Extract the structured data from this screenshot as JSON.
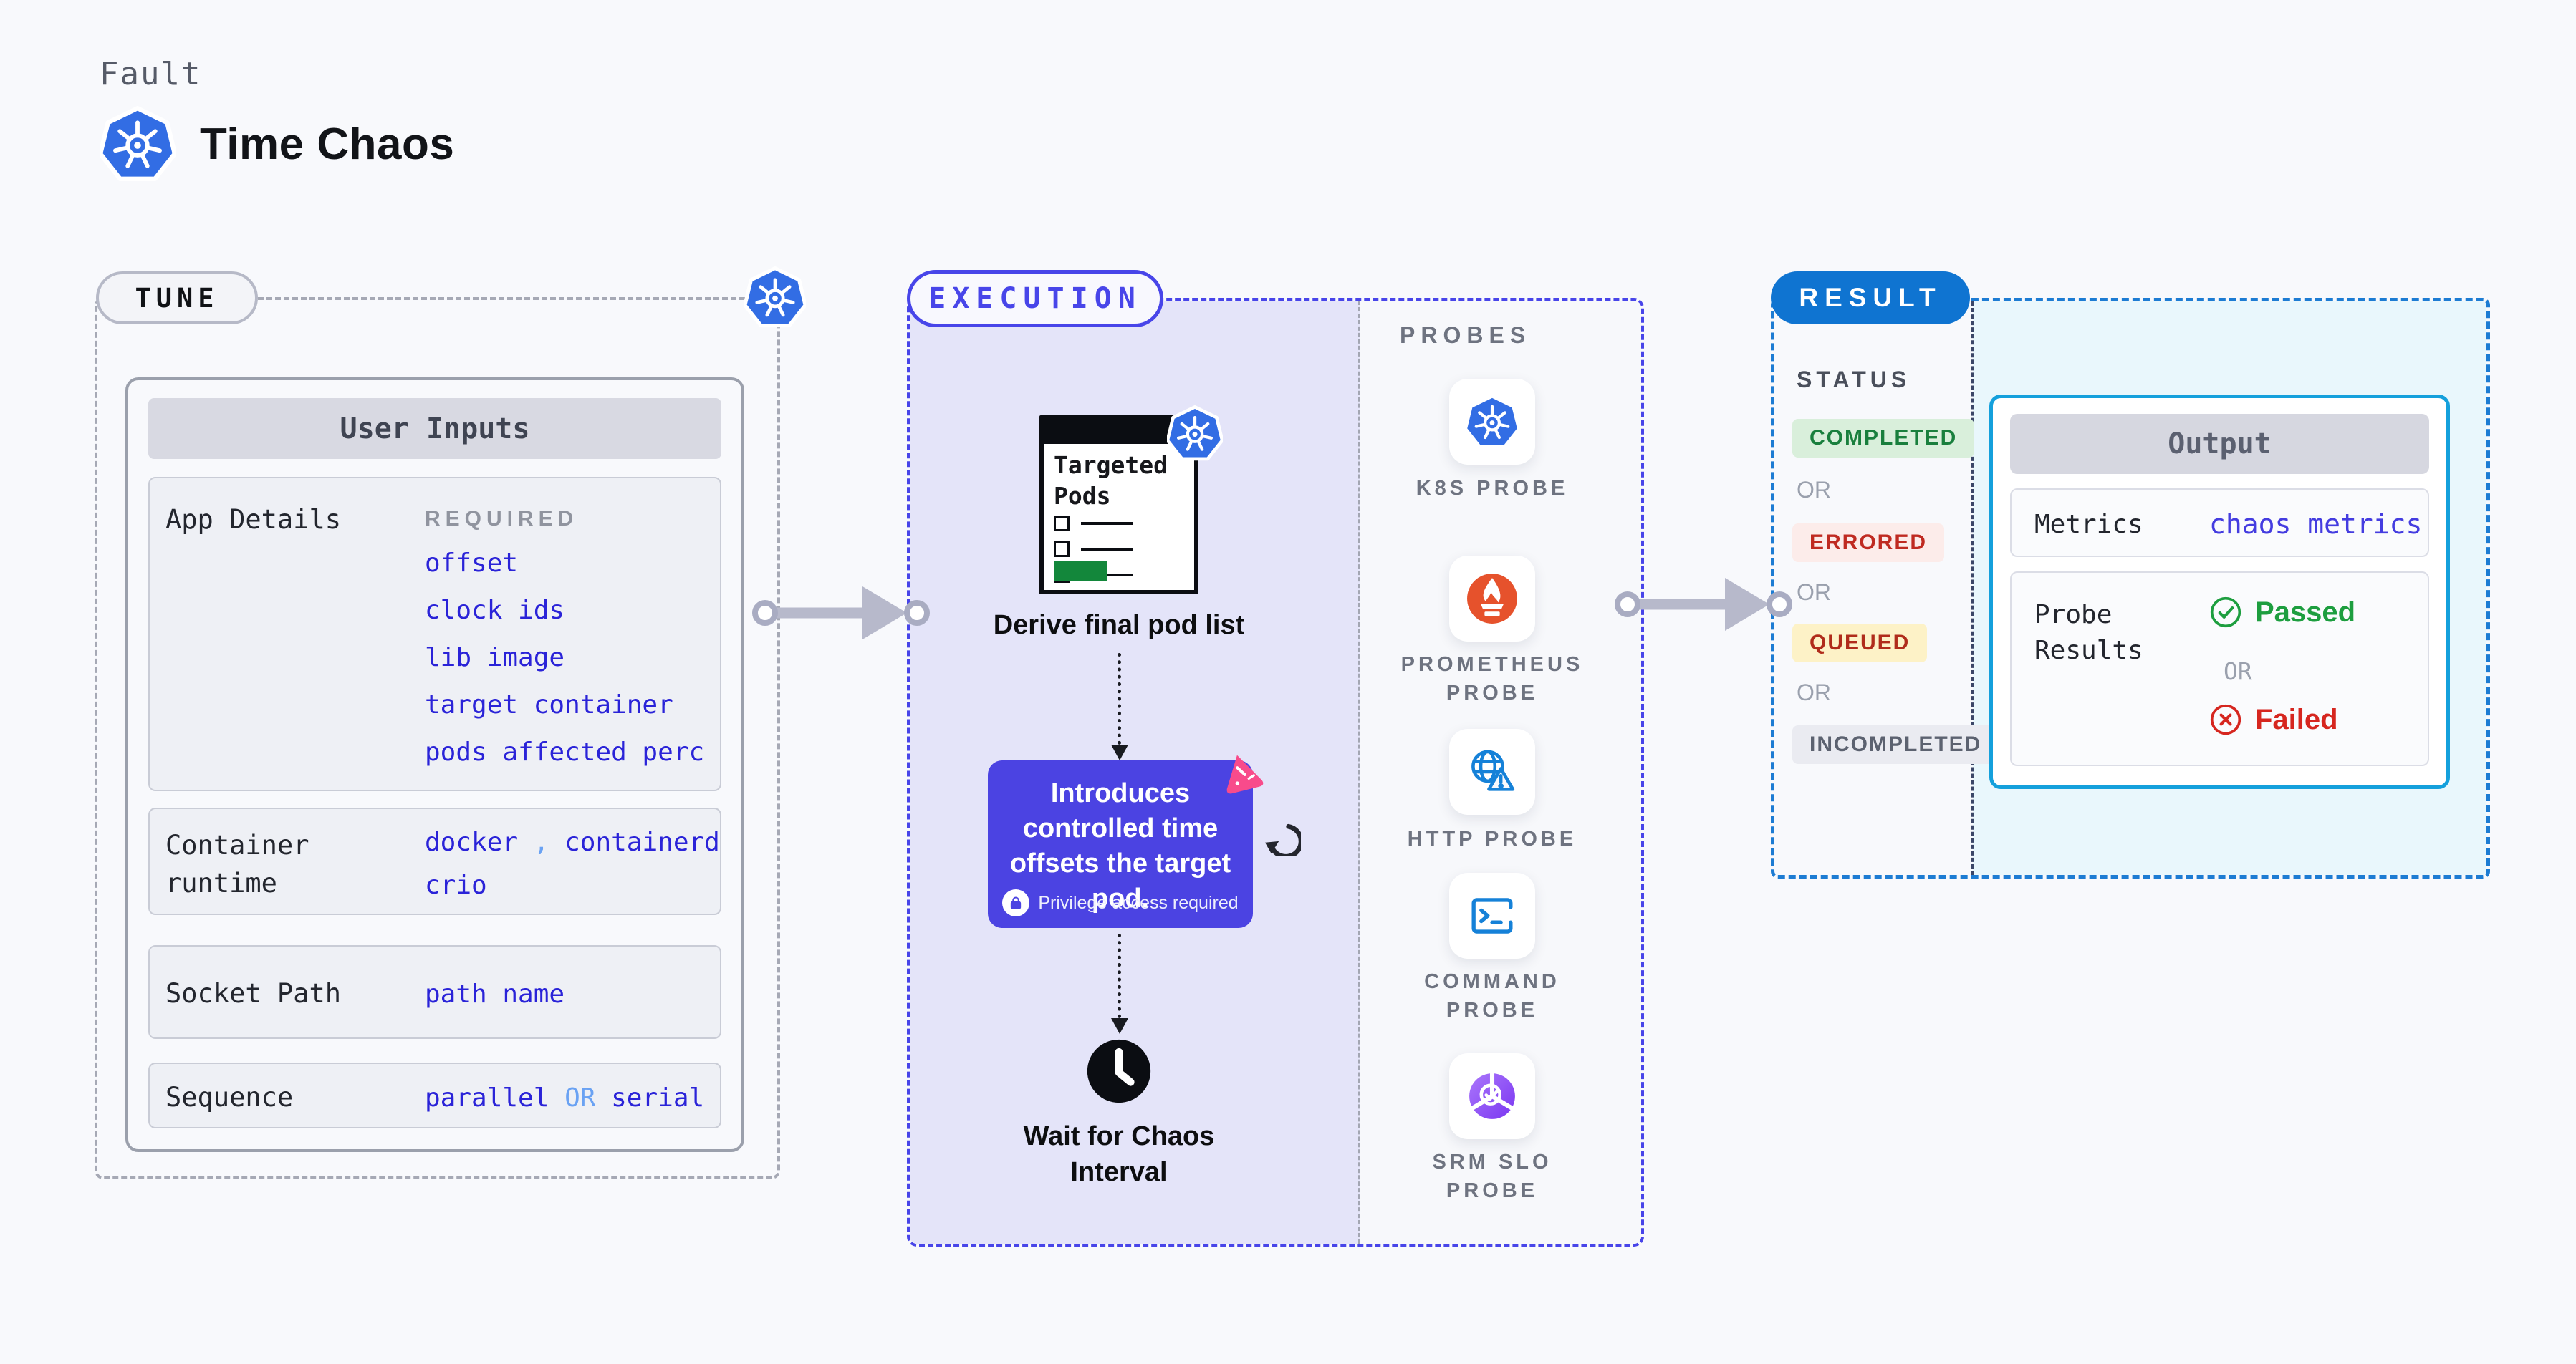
{
  "header": {
    "eyebrow": "Fault",
    "title": "Time Chaos"
  },
  "tune": {
    "badge": "TUNE",
    "panel": {
      "title": "User Inputs",
      "app_details": {
        "label": "App Details",
        "tag": "REQUIRED",
        "items": [
          "offset",
          "clock ids",
          "lib image",
          "target container",
          "pods affected perc"
        ]
      },
      "container_runtime": {
        "label_line1": "Container",
        "label_line2": "runtime",
        "value1": "docker",
        "separator": ",",
        "value2": "containerd",
        "value3": "crio"
      },
      "socket_path": {
        "label": "Socket Path",
        "value": "path name"
      },
      "sequence": {
        "label": "Sequence",
        "value1": "parallel",
        "connector": "OR",
        "value2": "serial"
      }
    }
  },
  "execution": {
    "badge": "EXECUTION",
    "targeted_pods": {
      "title": "Targeted Pods"
    },
    "derive_label": "Derive final pod list",
    "tooltip": {
      "text": "Introduces controlled time offsets the target pod.",
      "privilege": "Privilege access required"
    },
    "wait_label": "Wait for Chaos Interval",
    "probes": {
      "title": "PROBES",
      "items": [
        {
          "label": "K8S PROBE",
          "icon": "kubernetes-icon"
        },
        {
          "label": "PROMETHEUS PROBE",
          "icon": "prometheus-icon"
        },
        {
          "label": "HTTP PROBE",
          "icon": "http-globe-warning-icon"
        },
        {
          "label": "COMMAND PROBE",
          "icon": "terminal-icon"
        },
        {
          "label": "SRM SLO PROBE",
          "icon": "slo-donut-check-icon"
        }
      ]
    }
  },
  "result": {
    "badge": "RESULT",
    "status": {
      "title": "STATUS",
      "or": "OR",
      "items": [
        {
          "label": "COMPLETED",
          "type": "success"
        },
        {
          "label": "ERRORED",
          "type": "error"
        },
        {
          "label": "QUEUED",
          "type": "queued"
        },
        {
          "label": "INCOMPLETED",
          "type": "incomplete"
        }
      ]
    },
    "output": {
      "title": "Output",
      "metrics": {
        "label": "Metrics",
        "value": "chaos metrics"
      },
      "probe_results": {
        "label_line1": "Probe",
        "label_line2": "Results",
        "passed": "Passed",
        "or": "OR",
        "failed": "Failed"
      }
    }
  },
  "colors": {
    "background": "#f8f9fc",
    "kubernetes_blue": "#326de4",
    "indigo_accent": "#4845e9",
    "value_blue": "#2a23d8",
    "light_blue": "#6aa2f3",
    "tooltip_purple": "#4b43e2",
    "litmus_pink": "#f84b8b",
    "result_blue": "#0f74d1",
    "cyan_border": "#14a0dc",
    "success_green": "#197f3d",
    "error_red": "#bf2a21",
    "queued_yellow_bg": "#fdf2c7",
    "passed_green": "#1d9e3f",
    "failed_red": "#d6261f",
    "prometheus_orange": "#e6522c",
    "probe_icon_blue": "#1581d8",
    "green_bar": "#13873b"
  }
}
